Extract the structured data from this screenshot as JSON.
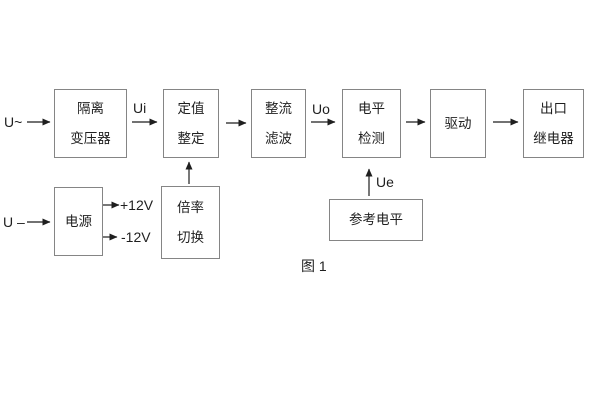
{
  "figure": {
    "caption": "图 1",
    "background_color": "#ffffff",
    "box_border_color": "#858585",
    "line_color": "#1f1f1f"
  },
  "blocks": {
    "isolation_transformer": {
      "lines": [
        "隔离",
        "变压器"
      ]
    },
    "setpoint_adjust": {
      "lines": [
        "定值",
        "整定"
      ]
    },
    "rectifier_filter": {
      "lines": [
        "整流",
        "滤波"
      ]
    },
    "level_detect": {
      "lines": [
        "电平",
        "检测"
      ]
    },
    "driver": {
      "lines": [
        "驱动"
      ]
    },
    "output_relay": {
      "lines": [
        "出口",
        "继电器"
      ]
    },
    "power_supply": {
      "lines": [
        "电源"
      ]
    },
    "multiplier_switch": {
      "lines": [
        "倍率",
        "切换"
      ]
    },
    "reference_level": {
      "lines": [
        "参考电平"
      ]
    }
  },
  "labels": {
    "input_ac": "U~",
    "input_dc": "U –",
    "ui": "Ui",
    "uo": "Uo",
    "ue": "Ue",
    "plus_12v": "+12V",
    "minus_12v": "-12V"
  }
}
